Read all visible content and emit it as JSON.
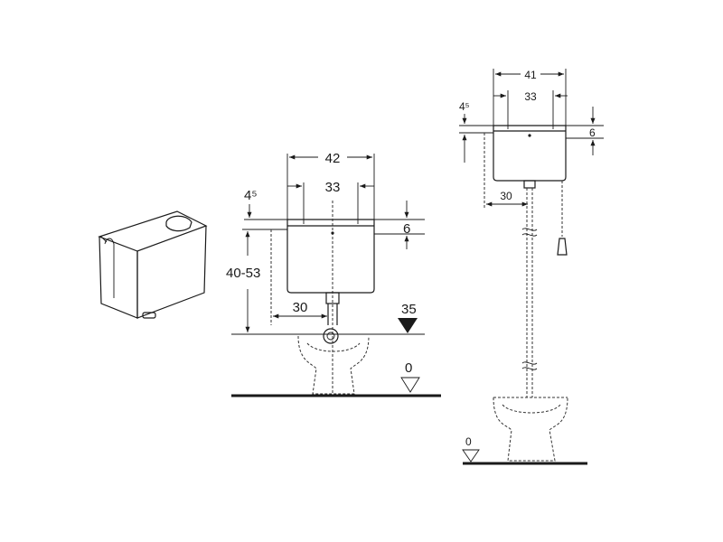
{
  "low_level": {
    "width_outer": "42",
    "width_inner": "33",
    "top_offset": "4⁵",
    "lid_height": "6",
    "height_range": "40-53",
    "outlet_offset": "30",
    "floor_marker": "35",
    "ground_marker": "0"
  },
  "high_level": {
    "width_outer": "41",
    "width_inner": "33",
    "top_offset": "4⁵",
    "lid_height": "6",
    "outlet_offset": "30",
    "ground_marker": "0"
  }
}
